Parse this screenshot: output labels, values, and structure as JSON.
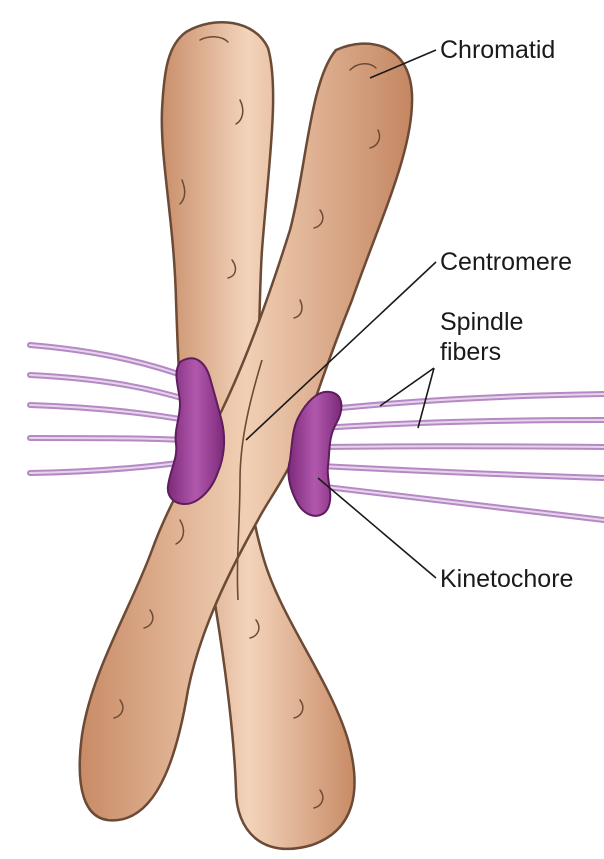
{
  "diagram": {
    "labels": {
      "chromatid": "Chromatid",
      "centromere": "Centromere",
      "spindle_fibers_line1": "Spindle",
      "spindle_fibers_line2": "fibers",
      "kinetochore": "Kinetochore"
    },
    "colors": {
      "chromatid_fill": "#d9a37f",
      "chromatid_highlight": "#f3d4bb",
      "chromatid_outline": "#6b4a36",
      "kinetochore_fill": "#9b3f97",
      "spindle_fiber": "#b58ac4"
    }
  }
}
